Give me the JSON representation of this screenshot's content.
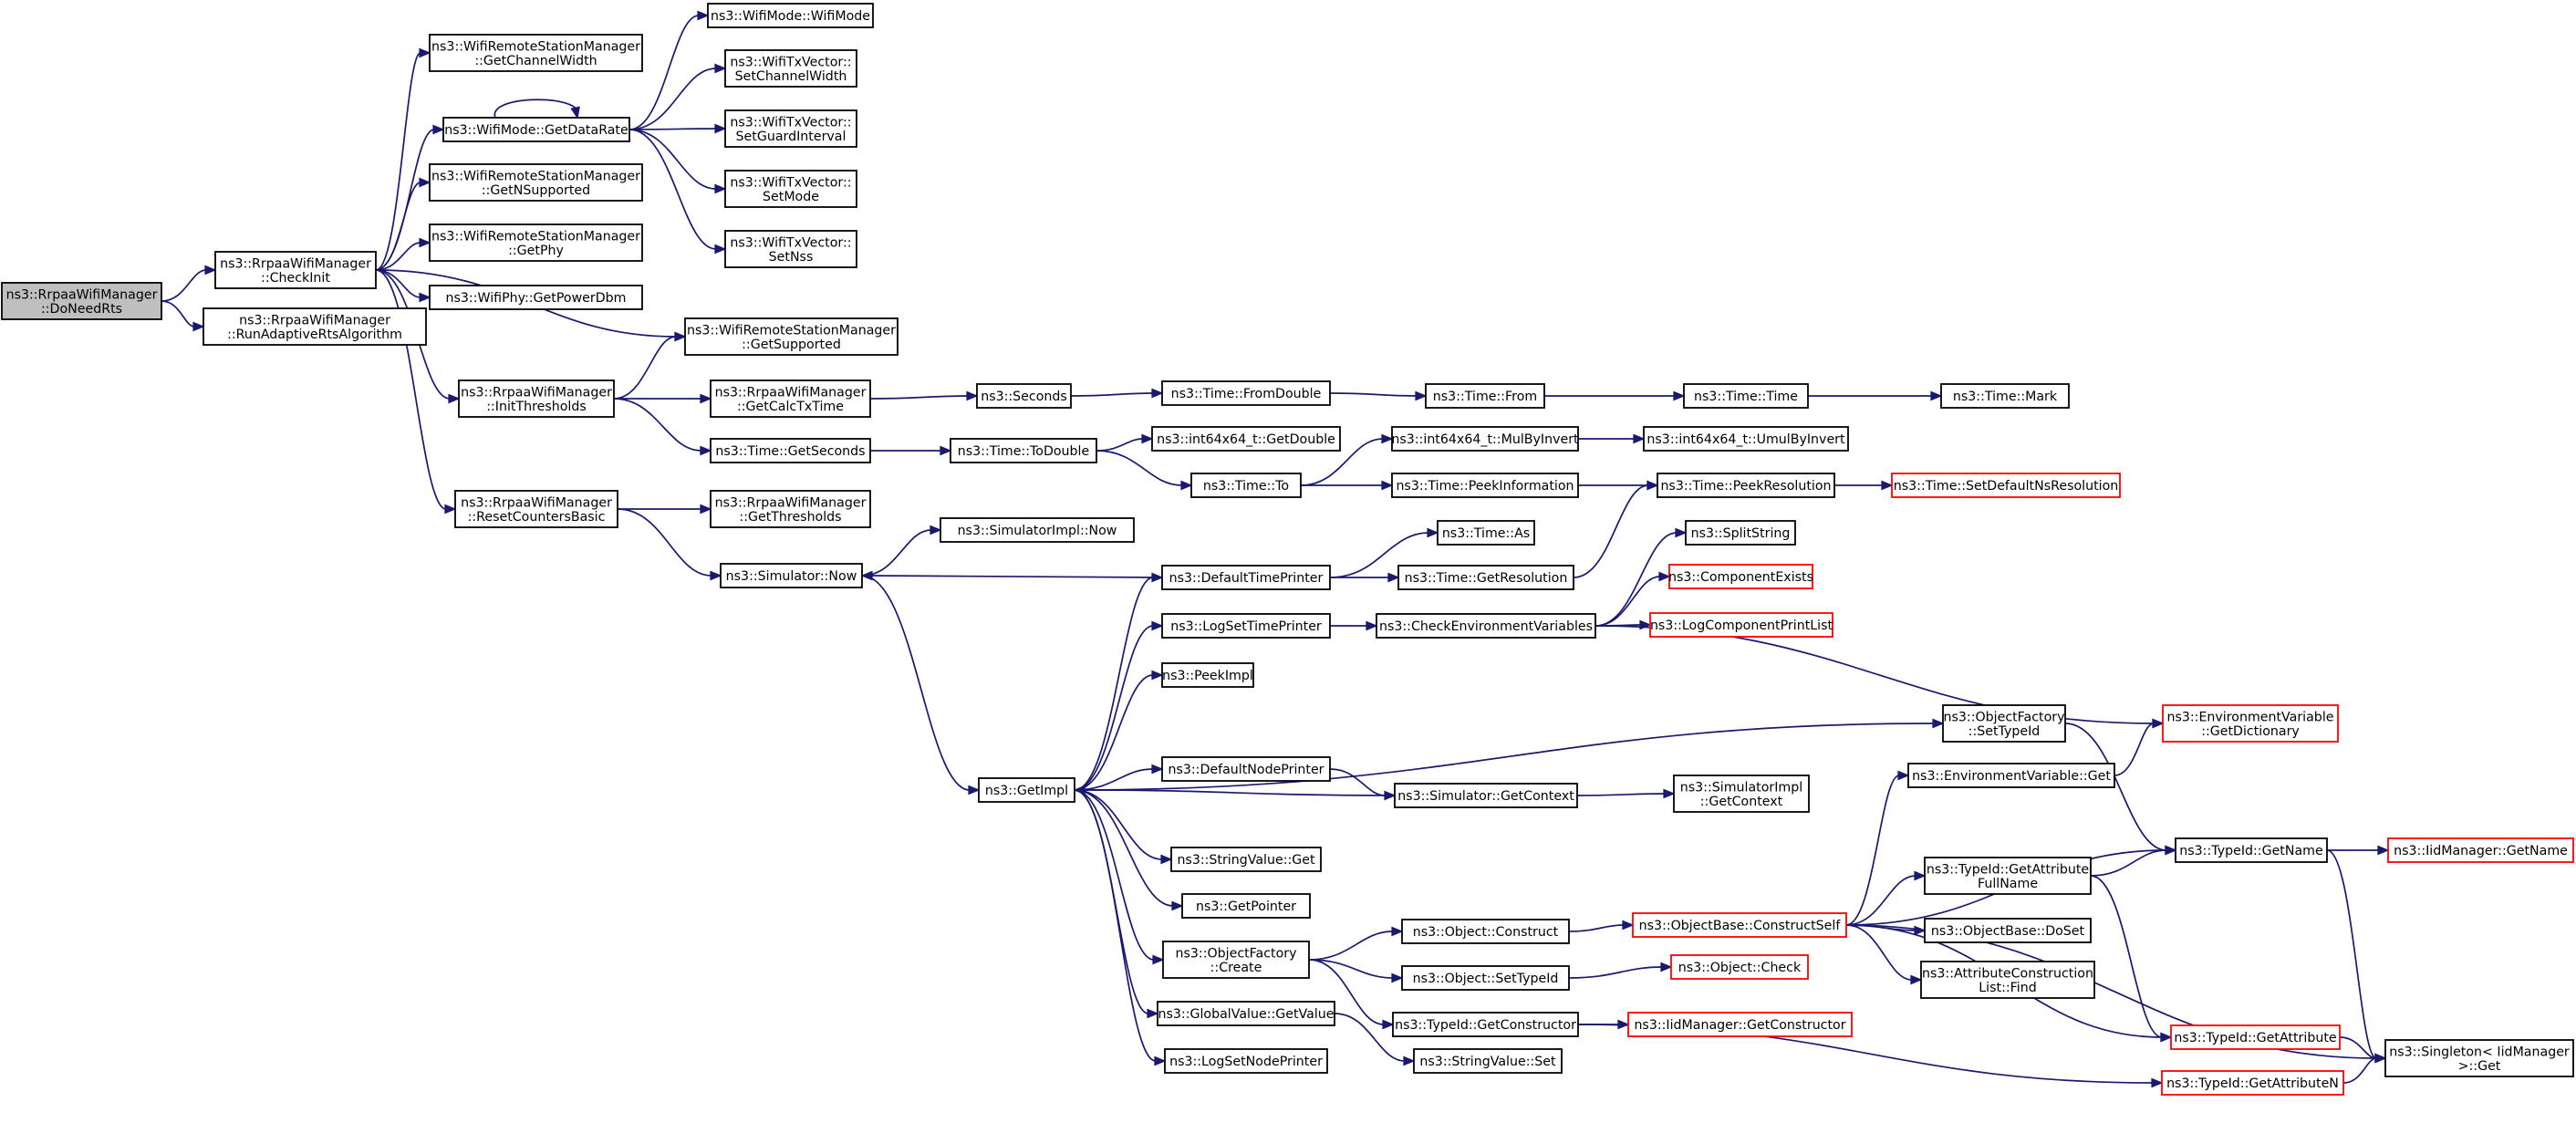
{
  "colors": {
    "edge": "#191970",
    "node_border": "#000000",
    "truncated_border": "#ff0000",
    "root_fill": "#bfbfbf",
    "background": "#ffffff"
  },
  "nodes": [
    {
      "id": "n0",
      "lines": [
        "ns3::RrpaaWifiManager",
        "::DoNeedRts"
      ],
      "style": "root"
    },
    {
      "id": "n1",
      "lines": [
        "ns3::RrpaaWifiManager",
        "::CheckInit"
      ]
    },
    {
      "id": "n2",
      "lines": [
        "ns3::RrpaaWifiManager",
        "::RunAdaptiveRtsAlgorithm"
      ]
    },
    {
      "id": "n3",
      "lines": [
        "ns3::WifiRemoteStationManager",
        "::GetChannelWidth"
      ]
    },
    {
      "id": "n4",
      "lines": [
        "ns3::WifiMode::GetDataRate"
      ]
    },
    {
      "id": "n5",
      "lines": [
        "ns3::WifiRemoteStationManager",
        "::GetNSupported"
      ]
    },
    {
      "id": "n6",
      "lines": [
        "ns3::WifiRemoteStationManager",
        "::GetPhy"
      ]
    },
    {
      "id": "n7",
      "lines": [
        "ns3::WifiPhy::GetPowerDbm"
      ]
    },
    {
      "id": "n8",
      "lines": [
        "ns3::WifiRemoteStationManager",
        "::GetSupported"
      ]
    },
    {
      "id": "n9",
      "lines": [
        "ns3::RrpaaWifiManager",
        "::InitThresholds"
      ]
    },
    {
      "id": "n10",
      "lines": [
        "ns3::RrpaaWifiManager",
        "::ResetCountersBasic"
      ]
    },
    {
      "id": "n11",
      "lines": [
        "ns3::WifiMode::WifiMode"
      ]
    },
    {
      "id": "n12",
      "lines": [
        "ns3::WifiTxVector::",
        "SetChannelWidth"
      ]
    },
    {
      "id": "n13",
      "lines": [
        "ns3::WifiTxVector::",
        "SetGuardInterval"
      ]
    },
    {
      "id": "n14",
      "lines": [
        "ns3::WifiTxVector::",
        "SetMode"
      ]
    },
    {
      "id": "n15",
      "lines": [
        "ns3::WifiTxVector::",
        "SetNss"
      ]
    },
    {
      "id": "n16",
      "lines": [
        "ns3::RrpaaWifiManager",
        "::GetCalcTxTime"
      ]
    },
    {
      "id": "n17",
      "lines": [
        "ns3::Time::GetSeconds"
      ]
    },
    {
      "id": "n18",
      "lines": [
        "ns3::RrpaaWifiManager",
        "::GetThresholds"
      ]
    },
    {
      "id": "n19",
      "lines": [
        "ns3::Simulator::Now"
      ]
    },
    {
      "id": "n20",
      "lines": [
        "ns3::Seconds"
      ]
    },
    {
      "id": "n21",
      "lines": [
        "ns3::Time::ToDouble"
      ]
    },
    {
      "id": "n22",
      "lines": [
        "ns3::SimulatorImpl::Now"
      ]
    },
    {
      "id": "n23",
      "lines": [
        "ns3::GetImpl"
      ]
    },
    {
      "id": "n24",
      "lines": [
        "ns3::Time::FromDouble"
      ]
    },
    {
      "id": "n25",
      "lines": [
        "ns3::int64x64_t::GetDouble"
      ]
    },
    {
      "id": "n26",
      "lines": [
        "ns3::Time::To"
      ]
    },
    {
      "id": "n27",
      "lines": [
        "ns3::DefaultTimePrinter"
      ]
    },
    {
      "id": "n28",
      "lines": [
        "ns3::LogSetTimePrinter"
      ]
    },
    {
      "id": "n29",
      "lines": [
        "ns3::PeekImpl"
      ]
    },
    {
      "id": "n30",
      "lines": [
        "ns3::DefaultNodePrinter"
      ]
    },
    {
      "id": "n31",
      "lines": [
        "ns3::StringValue::Get"
      ]
    },
    {
      "id": "n32",
      "lines": [
        "ns3::GetPointer"
      ]
    },
    {
      "id": "n33",
      "lines": [
        "ns3::ObjectFactory",
        "::Create"
      ]
    },
    {
      "id": "n34",
      "lines": [
        "ns3::GlobalValue::GetValue"
      ]
    },
    {
      "id": "n35",
      "lines": [
        "ns3::LogSetNodePrinter"
      ]
    },
    {
      "id": "n36",
      "lines": [
        "ns3::Time::From"
      ]
    },
    {
      "id": "n37",
      "lines": [
        "ns3::int64x64_t::MulByInvert"
      ]
    },
    {
      "id": "n38",
      "lines": [
        "ns3::Time::PeekInformation"
      ]
    },
    {
      "id": "n39",
      "lines": [
        "ns3::Time::As"
      ]
    },
    {
      "id": "n40",
      "lines": [
        "ns3::Time::GetResolution"
      ]
    },
    {
      "id": "n41",
      "lines": [
        "ns3::CheckEnvironmentVariables"
      ]
    },
    {
      "id": "n42",
      "lines": [
        "ns3::ObjectFactory",
        "::SetTypeId"
      ]
    },
    {
      "id": "n43",
      "lines": [
        "ns3::Simulator::GetContext"
      ]
    },
    {
      "id": "n44",
      "lines": [
        "ns3::Object::Construct"
      ]
    },
    {
      "id": "n45",
      "lines": [
        "ns3::Object::SetTypeId"
      ]
    },
    {
      "id": "n46",
      "lines": [
        "ns3::TypeId::GetConstructor"
      ]
    },
    {
      "id": "n47",
      "lines": [
        "ns3::StringValue::Set"
      ]
    },
    {
      "id": "n48",
      "lines": [
        "ns3::Time::Time"
      ]
    },
    {
      "id": "n49",
      "lines": [
        "ns3::int64x64_t::UmulByInvert"
      ]
    },
    {
      "id": "n50",
      "lines": [
        "ns3::Time::PeekResolution"
      ]
    },
    {
      "id": "n51",
      "lines": [
        "ns3::SplitString"
      ]
    },
    {
      "id": "n52",
      "lines": [
        "ns3::ComponentExists"
      ],
      "style": "trunc"
    },
    {
      "id": "n53",
      "lines": [
        "ns3::LogComponentPrintList"
      ],
      "style": "trunc"
    },
    {
      "id": "n54",
      "lines": [
        "ns3::SimulatorImpl",
        "::GetContext"
      ]
    },
    {
      "id": "n55",
      "lines": [
        "ns3::EnvironmentVariable::Get"
      ]
    },
    {
      "id": "n56",
      "lines": [
        "ns3::ObjectBase::ConstructSelf"
      ],
      "style": "trunc"
    },
    {
      "id": "n57",
      "lines": [
        "ns3::Object::Check"
      ],
      "style": "trunc"
    },
    {
      "id": "n58",
      "lines": [
        "ns3::IidManager::GetConstructor"
      ],
      "style": "trunc"
    },
    {
      "id": "n59",
      "lines": [
        "ns3::Time::Mark"
      ]
    },
    {
      "id": "n60",
      "lines": [
        "ns3::Time::SetDefaultNsResolution"
      ],
      "style": "trunc"
    },
    {
      "id": "n61",
      "lines": [
        "ns3::TypeId::GetAttribute",
        "FullName"
      ]
    },
    {
      "id": "n62",
      "lines": [
        "ns3::ObjectBase::DoSet"
      ]
    },
    {
      "id": "n63",
      "lines": [
        "ns3::AttributeConstruction",
        "List::Find"
      ]
    },
    {
      "id": "n64",
      "lines": [
        "ns3::TypeId::GetAttribute"
      ],
      "style": "trunc"
    },
    {
      "id": "n65",
      "lines": [
        "ns3::TypeId::GetAttributeN"
      ],
      "style": "trunc"
    },
    {
      "id": "n66",
      "lines": [
        "ns3::EnvironmentVariable",
        "::GetDictionary"
      ],
      "style": "trunc"
    },
    {
      "id": "n67",
      "lines": [
        "ns3::TypeId::GetName"
      ]
    },
    {
      "id": "n68",
      "lines": [
        "ns3::Singleton< IidManager",
        " >::Get"
      ]
    },
    {
      "id": "n69",
      "lines": [
        "ns3::IidManager::GetName"
      ],
      "style": "trunc"
    }
  ],
  "edges": [
    [
      "n0",
      "n1"
    ],
    [
      "n0",
      "n2"
    ],
    [
      "n1",
      "n3"
    ],
    [
      "n1",
      "n4"
    ],
    [
      "n1",
      "n5"
    ],
    [
      "n1",
      "n6"
    ],
    [
      "n1",
      "n7"
    ],
    [
      "n1",
      "n8"
    ],
    [
      "n1",
      "n9"
    ],
    [
      "n1",
      "n10"
    ],
    [
      "n4",
      "n4"
    ],
    [
      "n4",
      "n11"
    ],
    [
      "n4",
      "n12"
    ],
    [
      "n4",
      "n13"
    ],
    [
      "n4",
      "n14"
    ],
    [
      "n4",
      "n15"
    ],
    [
      "n9",
      "n8"
    ],
    [
      "n9",
      "n16"
    ],
    [
      "n9",
      "n17"
    ],
    [
      "n10",
      "n18"
    ],
    [
      "n10",
      "n19"
    ],
    [
      "n16",
      "n20"
    ],
    [
      "n17",
      "n21"
    ],
    [
      "n19",
      "n22"
    ],
    [
      "n19",
      "n23"
    ],
    [
      "n20",
      "n24"
    ],
    [
      "n21",
      "n25"
    ],
    [
      "n21",
      "n26"
    ],
    [
      "n23",
      "n27"
    ],
    [
      "n23",
      "n28"
    ],
    [
      "n23",
      "n29"
    ],
    [
      "n23",
      "n42"
    ],
    [
      "n23",
      "n30"
    ],
    [
      "n23",
      "n31"
    ],
    [
      "n23",
      "n32"
    ],
    [
      "n23",
      "n33"
    ],
    [
      "n23",
      "n34"
    ],
    [
      "n23",
      "n35"
    ],
    [
      "n24",
      "n36"
    ],
    [
      "n36",
      "n48"
    ],
    [
      "n48",
      "n59"
    ],
    [
      "n26",
      "n37"
    ],
    [
      "n26",
      "n38"
    ],
    [
      "n37",
      "n49"
    ],
    [
      "n38",
      "n50"
    ],
    [
      "n50",
      "n60"
    ],
    [
      "n27",
      "n19"
    ],
    [
      "n27",
      "n39"
    ],
    [
      "n27",
      "n40"
    ],
    [
      "n40",
      "n50"
    ],
    [
      "n28",
      "n41"
    ],
    [
      "n41",
      "n51"
    ],
    [
      "n41",
      "n52"
    ],
    [
      "n41",
      "n53"
    ],
    [
      "n41",
      "n66"
    ],
    [
      "n30",
      "n43"
    ],
    [
      "n43",
      "n23"
    ],
    [
      "n43",
      "n54"
    ],
    [
      "n42",
      "n67"
    ],
    [
      "n33",
      "n44"
    ],
    [
      "n33",
      "n45"
    ],
    [
      "n33",
      "n46"
    ],
    [
      "n34",
      "n47"
    ],
    [
      "n44",
      "n56"
    ],
    [
      "n45",
      "n57"
    ],
    [
      "n46",
      "n58"
    ],
    [
      "n46",
      "n65"
    ],
    [
      "n56",
      "n55"
    ],
    [
      "n56",
      "n67"
    ],
    [
      "n56",
      "n61"
    ],
    [
      "n56",
      "n62"
    ],
    [
      "n56",
      "n63"
    ],
    [
      "n56",
      "n64"
    ],
    [
      "n56",
      "n68"
    ],
    [
      "n55",
      "n66"
    ],
    [
      "n61",
      "n67"
    ],
    [
      "n61",
      "n64"
    ],
    [
      "n64",
      "n68"
    ],
    [
      "n65",
      "n68"
    ],
    [
      "n67",
      "n69"
    ],
    [
      "n67",
      "n68"
    ]
  ]
}
